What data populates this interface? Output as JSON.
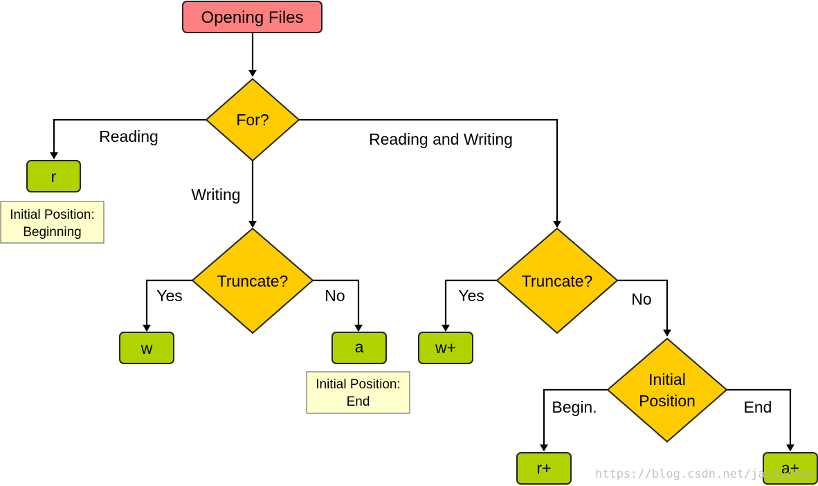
{
  "nodes": {
    "start": "Opening Files",
    "for": "For?",
    "trunc1": "Truncate?",
    "trunc2": "Truncate?",
    "initpos_line1": "Initial",
    "initpos_line2": "Position",
    "r": "r",
    "w": "w",
    "a": "a",
    "wplus": "w+",
    "rplus": "r+",
    "aplus": "a+"
  },
  "edge_labels": {
    "reading": "Reading",
    "writing": "Writing",
    "read_write": "Reading and Writing",
    "yes1": "Yes",
    "no1": "No",
    "yes2": "Yes",
    "no2": "No",
    "begin": "Begin.",
    "end": "End"
  },
  "notes": {
    "r_line1": "Initial Position:",
    "r_line2": "Beginning",
    "a_line1": "Initial Position:",
    "a_line2": "End"
  },
  "watermark": "https://blog.csdn.net/jackychen"
}
